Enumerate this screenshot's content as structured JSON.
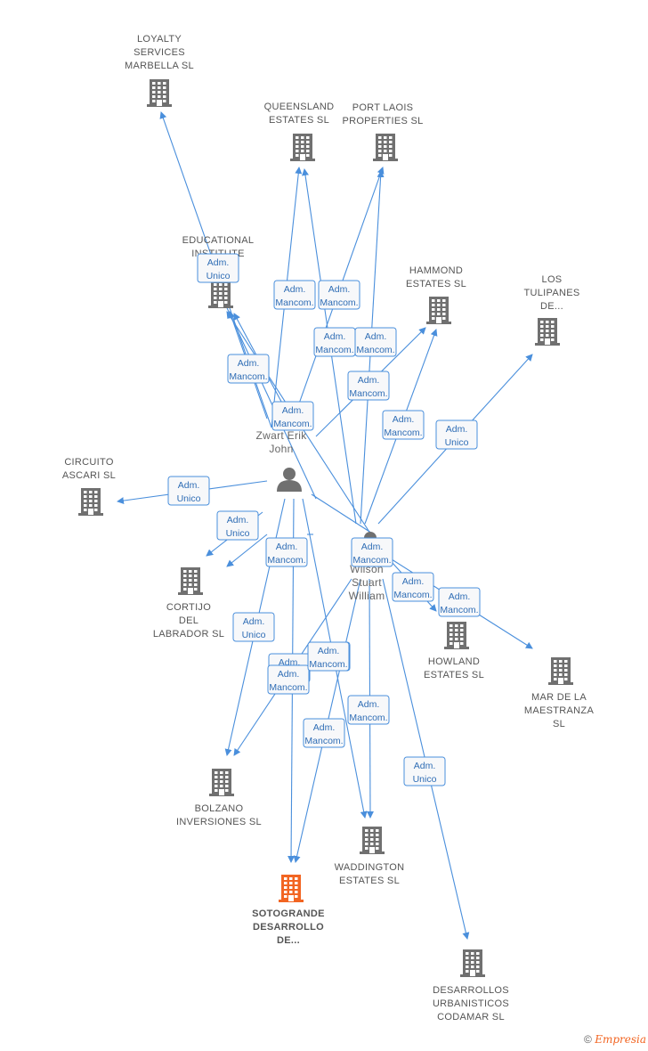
{
  "colors": {
    "edge": "#4a8fdc",
    "company": "#707070",
    "focus_company": "#f26522",
    "person": "#707070",
    "label": "#555555",
    "rel_text": "#2f6db5"
  },
  "nodes": [
    {
      "id": "loyalty",
      "type": "company",
      "label": [
        "LOYALTY",
        "SERVICES",
        "MARBELLA SL"
      ]
    },
    {
      "id": "queensland",
      "type": "company",
      "label": [
        "QUEENSLAND",
        "ESTATES SL"
      ]
    },
    {
      "id": "portlaois",
      "type": "company",
      "label": [
        "PORT LAOIS",
        "PROPERTIES SL"
      ]
    },
    {
      "id": "educational",
      "type": "company",
      "label": [
        "EDUCATIONAL",
        "INSTITUTE"
      ]
    },
    {
      "id": "hammond",
      "type": "company",
      "label": [
        "HAMMOND",
        "ESTATES SL"
      ]
    },
    {
      "id": "tulipanes",
      "type": "company",
      "label": [
        "LOS",
        "TULIPANES",
        "DE..."
      ]
    },
    {
      "id": "zwart",
      "type": "person",
      "label": [
        "Zwart Erik",
        "John"
      ]
    },
    {
      "id": "circuito",
      "type": "company",
      "label": [
        "CIRCUITO",
        "ASCARI SL"
      ]
    },
    {
      "id": "wilson",
      "type": "person",
      "label": [
        "Wilson",
        "Stuart",
        "William"
      ]
    },
    {
      "id": "cortijo",
      "type": "company",
      "label": [
        "CORTIJO",
        "DEL",
        "LABRADOR SL"
      ]
    },
    {
      "id": "howland",
      "type": "company",
      "label": [
        "HOWLAND",
        "ESTATES SL"
      ]
    },
    {
      "id": "maestranza",
      "type": "company",
      "label": [
        "MAR DE LA",
        "MAESTRANZA",
        "SL"
      ]
    },
    {
      "id": "bolzano",
      "type": "company",
      "label": [
        "BOLZANO",
        "INVERSIONES SL"
      ]
    },
    {
      "id": "waddington",
      "type": "company",
      "label": [
        "WADDINGTON",
        "ESTATES SL"
      ]
    },
    {
      "id": "sotogrande",
      "type": "focus",
      "label": [
        "SOTOGRANDE",
        "DESARROLLO",
        "DE..."
      ]
    },
    {
      "id": "codamar",
      "type": "company",
      "label": [
        "DESARROLLOS",
        "URBANISTICOS",
        "CODAMAR SL"
      ]
    }
  ],
  "relations": [
    {
      "id": "r1",
      "lines": [
        "Adm.",
        "Unico"
      ]
    },
    {
      "id": "r2",
      "lines": [
        "Adm.",
        "Unico"
      ]
    },
    {
      "id": "r3",
      "lines": [
        "Adm.",
        "Mancom."
      ]
    },
    {
      "id": "r4",
      "lines": [
        "Adm.",
        "Mancom."
      ]
    },
    {
      "id": "r5",
      "lines": [
        "Adm.",
        "Mancom."
      ]
    },
    {
      "id": "r6",
      "lines": [
        "Adm.",
        "Mancom."
      ]
    },
    {
      "id": "r7",
      "lines": [
        "Adm.",
        "Mancom."
      ]
    },
    {
      "id": "r8",
      "lines": [
        "Adm.",
        "Mancom."
      ]
    },
    {
      "id": "r9",
      "lines": [
        "Adm.",
        "Mancom."
      ]
    },
    {
      "id": "r10",
      "lines": [
        "Adm.",
        "Mancom."
      ]
    },
    {
      "id": "r11",
      "lines": [
        "Adm.",
        "Unico"
      ]
    },
    {
      "id": "r12",
      "lines": [
        "Adm.",
        "Unico"
      ]
    },
    {
      "id": "r13",
      "lines": [
        "Adm.",
        "Mancom."
      ]
    },
    {
      "id": "r14",
      "lines": [
        "Adm.",
        "Mancom."
      ]
    },
    {
      "id": "r15",
      "lines": [
        "Adm.",
        "Mancom."
      ]
    },
    {
      "id": "r16",
      "lines": [
        "Adm.",
        "Mancom."
      ]
    },
    {
      "id": "r17",
      "lines": [
        "Adm.",
        "Unico"
      ]
    },
    {
      "id": "r18",
      "lines": [
        "Adm.",
        "Mancom."
      ]
    },
    {
      "id": "r19",
      "lines": [
        "Adm.",
        "Mancom."
      ]
    },
    {
      "id": "r20",
      "lines": [
        "Adm.",
        "Mancom."
      ]
    },
    {
      "id": "r21",
      "lines": [
        "Adm.",
        "Mancom."
      ]
    },
    {
      "id": "r22",
      "lines": [
        "Adm.",
        "Mancom."
      ]
    },
    {
      "id": "r23",
      "lines": [
        "Adm.",
        "Mancom."
      ]
    },
    {
      "id": "r24",
      "lines": [
        "Adm.",
        "Unico"
      ]
    }
  ],
  "footer": {
    "copyright": "©",
    "brand": "Empresia"
  }
}
